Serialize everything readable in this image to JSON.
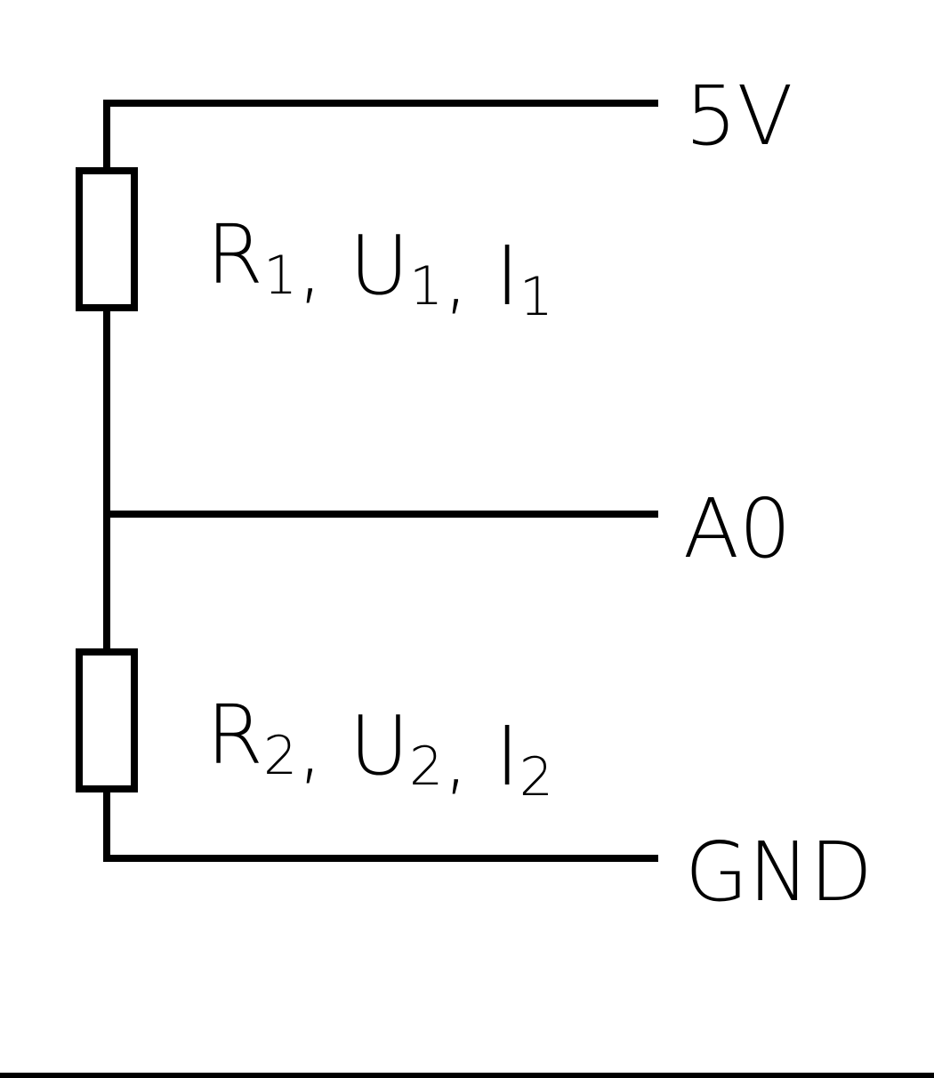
{
  "terminals": {
    "vcc": "5V",
    "analog": "A0",
    "ground": "GND"
  },
  "resistors": [
    {
      "parts": [
        {
          "main": "R",
          "sub": "1"
        },
        {
          "sep": ", "
        },
        {
          "main": "U",
          "sub": "1"
        },
        {
          "sep": ", "
        },
        {
          "main": "I",
          "sub": "1"
        }
      ]
    },
    {
      "parts": [
        {
          "main": "R",
          "sub": "2"
        },
        {
          "sep": ", "
        },
        {
          "main": "U",
          "sub": "2"
        },
        {
          "sep": ", "
        },
        {
          "main": "I",
          "sub": "2"
        }
      ]
    }
  ]
}
